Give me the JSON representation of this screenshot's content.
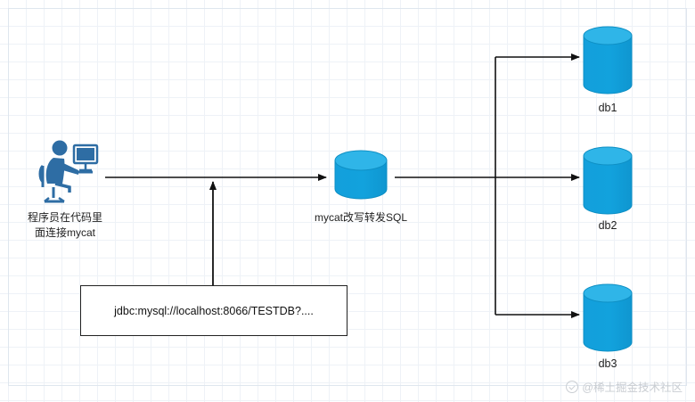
{
  "diagram": {
    "title": "mycat architecture diagram",
    "colors": {
      "cylinder_fill": "#12A2DD",
      "cylinder_top": "#2FB5E8",
      "cylinder_stroke": "#0E8FC4",
      "person": "#2E6DA4",
      "arrow": "#111111",
      "box_border": "#222222",
      "grid": "#eef2f7"
    },
    "nodes": {
      "client": {
        "name": "programmer-figure",
        "label_line1": "程序员在代码里",
        "label_line2": "面连接mycat"
      },
      "mycat": {
        "name": "mycat-cylinder",
        "label": "mycat改写转发SQL"
      },
      "jdbc": {
        "name": "jdbc-url-box",
        "label": "jdbc:mysql://localhost:8066/TESTDB?...."
      },
      "databases": [
        {
          "name": "db1-cylinder",
          "label": "db1"
        },
        {
          "name": "db2-cylinder",
          "label": "db2"
        },
        {
          "name": "db3-cylinder",
          "label": "db3"
        }
      ]
    },
    "watermark": "@稀土掘金技术社区"
  }
}
